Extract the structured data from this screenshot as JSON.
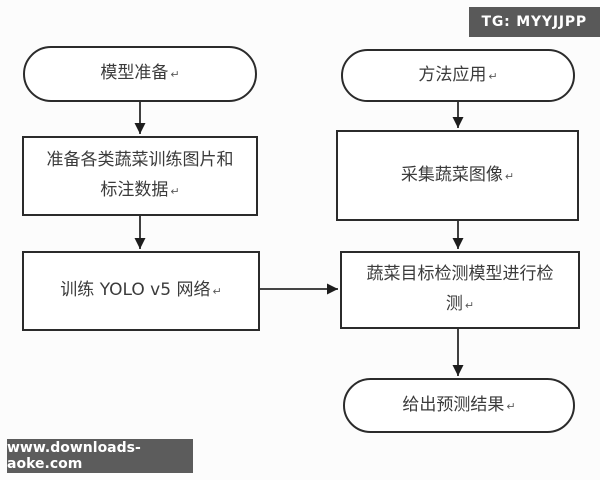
{
  "watermarks": {
    "badge": "TG: MYYJJPP",
    "banner": "www.downloads-aoke.com"
  },
  "marks": {
    "return_mark": "↵"
  },
  "colors": {
    "watermark_bg": "#595959",
    "watermark_text": "#ffffff",
    "node_border": "#2b2b2b",
    "node_fill": "#ffffff",
    "node_text": "#3b3b3b",
    "arrow": "#2b2b2b",
    "background": "#fcfcfc"
  },
  "flowchart": {
    "nodes": [
      {
        "id": "model-prep",
        "shape": "stadium",
        "lines": [
          "模型准备"
        ]
      },
      {
        "id": "prepare-data",
        "shape": "rect",
        "lines": [
          "准备各类蔬菜训练图片和",
          "标注数据"
        ]
      },
      {
        "id": "train-yolo",
        "shape": "rect",
        "lines": [
          "训练 YOLO v5 网络"
        ]
      },
      {
        "id": "method-apply",
        "shape": "stadium",
        "lines": [
          "方法应用"
        ]
      },
      {
        "id": "collect-images",
        "shape": "rect",
        "lines": [
          "采集蔬菜图像"
        ]
      },
      {
        "id": "detect",
        "shape": "rect",
        "lines": [
          "蔬菜目标检测模型进行检",
          "测"
        ]
      },
      {
        "id": "output",
        "shape": "stadium",
        "lines": [
          "给出预测结果"
        ]
      }
    ],
    "edges": [
      {
        "from": "model-prep",
        "to": "prepare-data"
      },
      {
        "from": "prepare-data",
        "to": "train-yolo"
      },
      {
        "from": "method-apply",
        "to": "collect-images"
      },
      {
        "from": "collect-images",
        "to": "detect"
      },
      {
        "from": "train-yolo",
        "to": "detect"
      },
      {
        "from": "detect",
        "to": "output"
      }
    ]
  }
}
